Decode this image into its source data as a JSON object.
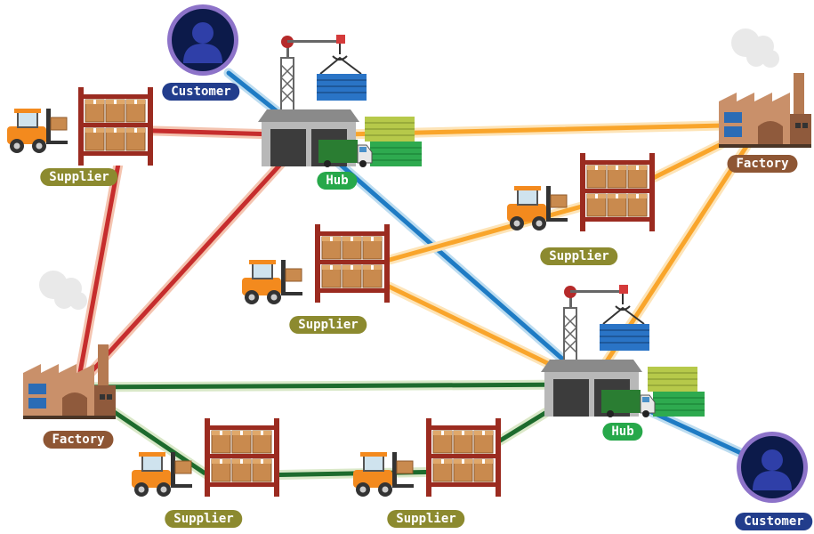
{
  "colors": {
    "red": "#c62d2d",
    "blue": "#1e7bc4",
    "orange": "#f9a52b",
    "green": "#1d6b2d",
    "supplier_badge": "#8c8a2f",
    "factory_badge": "#8e5634",
    "hub_badge": "#27a84a",
    "customer_badge": "#223d8c"
  },
  "nodes": {
    "customer_top": {
      "label": "Customer",
      "icon": "customer-icon"
    },
    "hub_top": {
      "label": "Hub",
      "icon": "hub-warehouse-icon"
    },
    "factory_right": {
      "label": "Factory",
      "icon": "factory-icon"
    },
    "supplier_top_left": {
      "label": "Supplier",
      "icon": "supplier-shelf-icon"
    },
    "supplier_right": {
      "label": "Supplier",
      "icon": "supplier-shelf-icon"
    },
    "supplier_center": {
      "label": "Supplier",
      "icon": "supplier-shelf-icon"
    },
    "factory_left": {
      "label": "Factory",
      "icon": "factory-icon"
    },
    "hub_bottom": {
      "label": "Hub",
      "icon": "hub-warehouse-icon"
    },
    "supplier_bottom_left": {
      "label": "Supplier",
      "icon": "supplier-shelf-icon"
    },
    "supplier_bottom_mid": {
      "label": "Supplier",
      "icon": "supplier-shelf-icon"
    },
    "customer_bottom": {
      "label": "Customer",
      "icon": "customer-icon"
    }
  },
  "links": [
    {
      "from": "supplier_top_left",
      "to": "hub_top",
      "color": "red"
    },
    {
      "from": "supplier_top_left",
      "to": "factory_left",
      "color": "red"
    },
    {
      "from": "hub_top",
      "to": "factory_left",
      "color": "red"
    },
    {
      "from": "customer_top",
      "to": "hub_top",
      "color": "blue"
    },
    {
      "from": "hub_top",
      "to": "hub_bottom",
      "color": "blue"
    },
    {
      "from": "hub_bottom",
      "to": "customer_bottom",
      "color": "blue"
    },
    {
      "from": "hub_top",
      "to": "factory_right",
      "color": "orange"
    },
    {
      "from": "supplier_right",
      "to": "factory_right",
      "color": "orange"
    },
    {
      "from": "supplier_center",
      "to": "supplier_right",
      "color": "orange"
    },
    {
      "from": "supplier_center",
      "to": "hub_bottom",
      "color": "orange"
    },
    {
      "from": "factory_right",
      "to": "hub_bottom",
      "color": "orange"
    },
    {
      "from": "supplier_bottom_mid",
      "to": "hub_bottom",
      "color": "orange"
    },
    {
      "from": "factory_left",
      "to": "hub_bottom",
      "color": "green"
    },
    {
      "from": "factory_left",
      "to": "supplier_bottom_left",
      "color": "green"
    },
    {
      "from": "supplier_bottom_left",
      "to": "supplier_bottom_mid",
      "color": "green"
    },
    {
      "from": "supplier_bottom_mid",
      "to": "hub_bottom",
      "color": "green"
    }
  ]
}
